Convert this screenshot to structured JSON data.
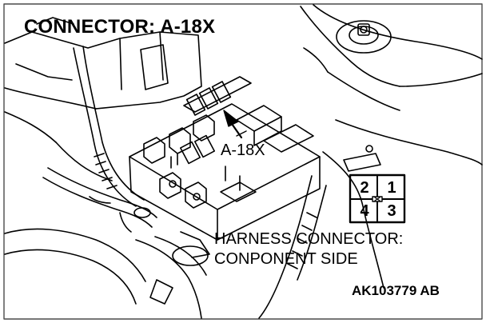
{
  "title": "CONNECTOR: A-18X",
  "callout_label": "A-18X",
  "harness_line1": "HARNESS CONNECTOR:",
  "harness_line2": "CONPONENT SIDE",
  "figure_code": "AK103779 AB",
  "connector_pins": [
    "2",
    "1",
    "4",
    "3"
  ],
  "colors": {
    "ink": "#000000",
    "paper": "#ffffff",
    "frame": "#4a4a4a"
  }
}
